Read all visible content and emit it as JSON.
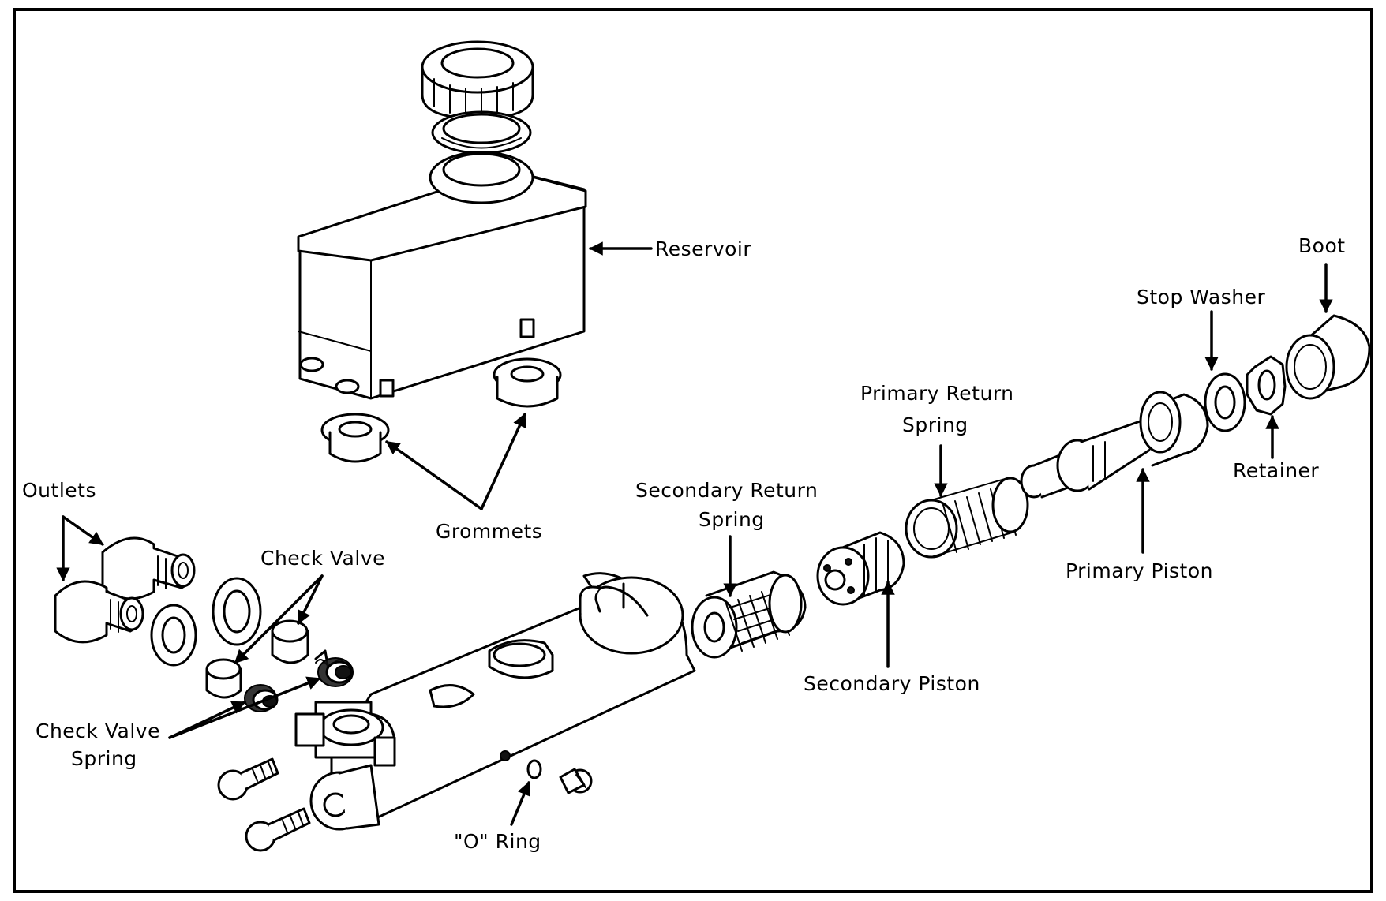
{
  "labels": {
    "reservoir": "Reservoir",
    "boot": "Boot",
    "stop_washer": "Stop Washer",
    "primary_return_spring_1": "Primary Return",
    "primary_return_spring_2": "Spring",
    "retainer": "Retainer",
    "secondary_return_spring_1": "Secondary Return",
    "secondary_return_spring_2": "Spring",
    "outlets": "Outlets",
    "grommets": "Grommets",
    "check_valve": "Check Valve",
    "primary_piston": "Primary Piston",
    "secondary_piston": "Secondary Piston",
    "check_valve_spring_1": "Check Valve",
    "check_valve_spring_2": "Spring",
    "o_ring": "\"O\" Ring"
  }
}
